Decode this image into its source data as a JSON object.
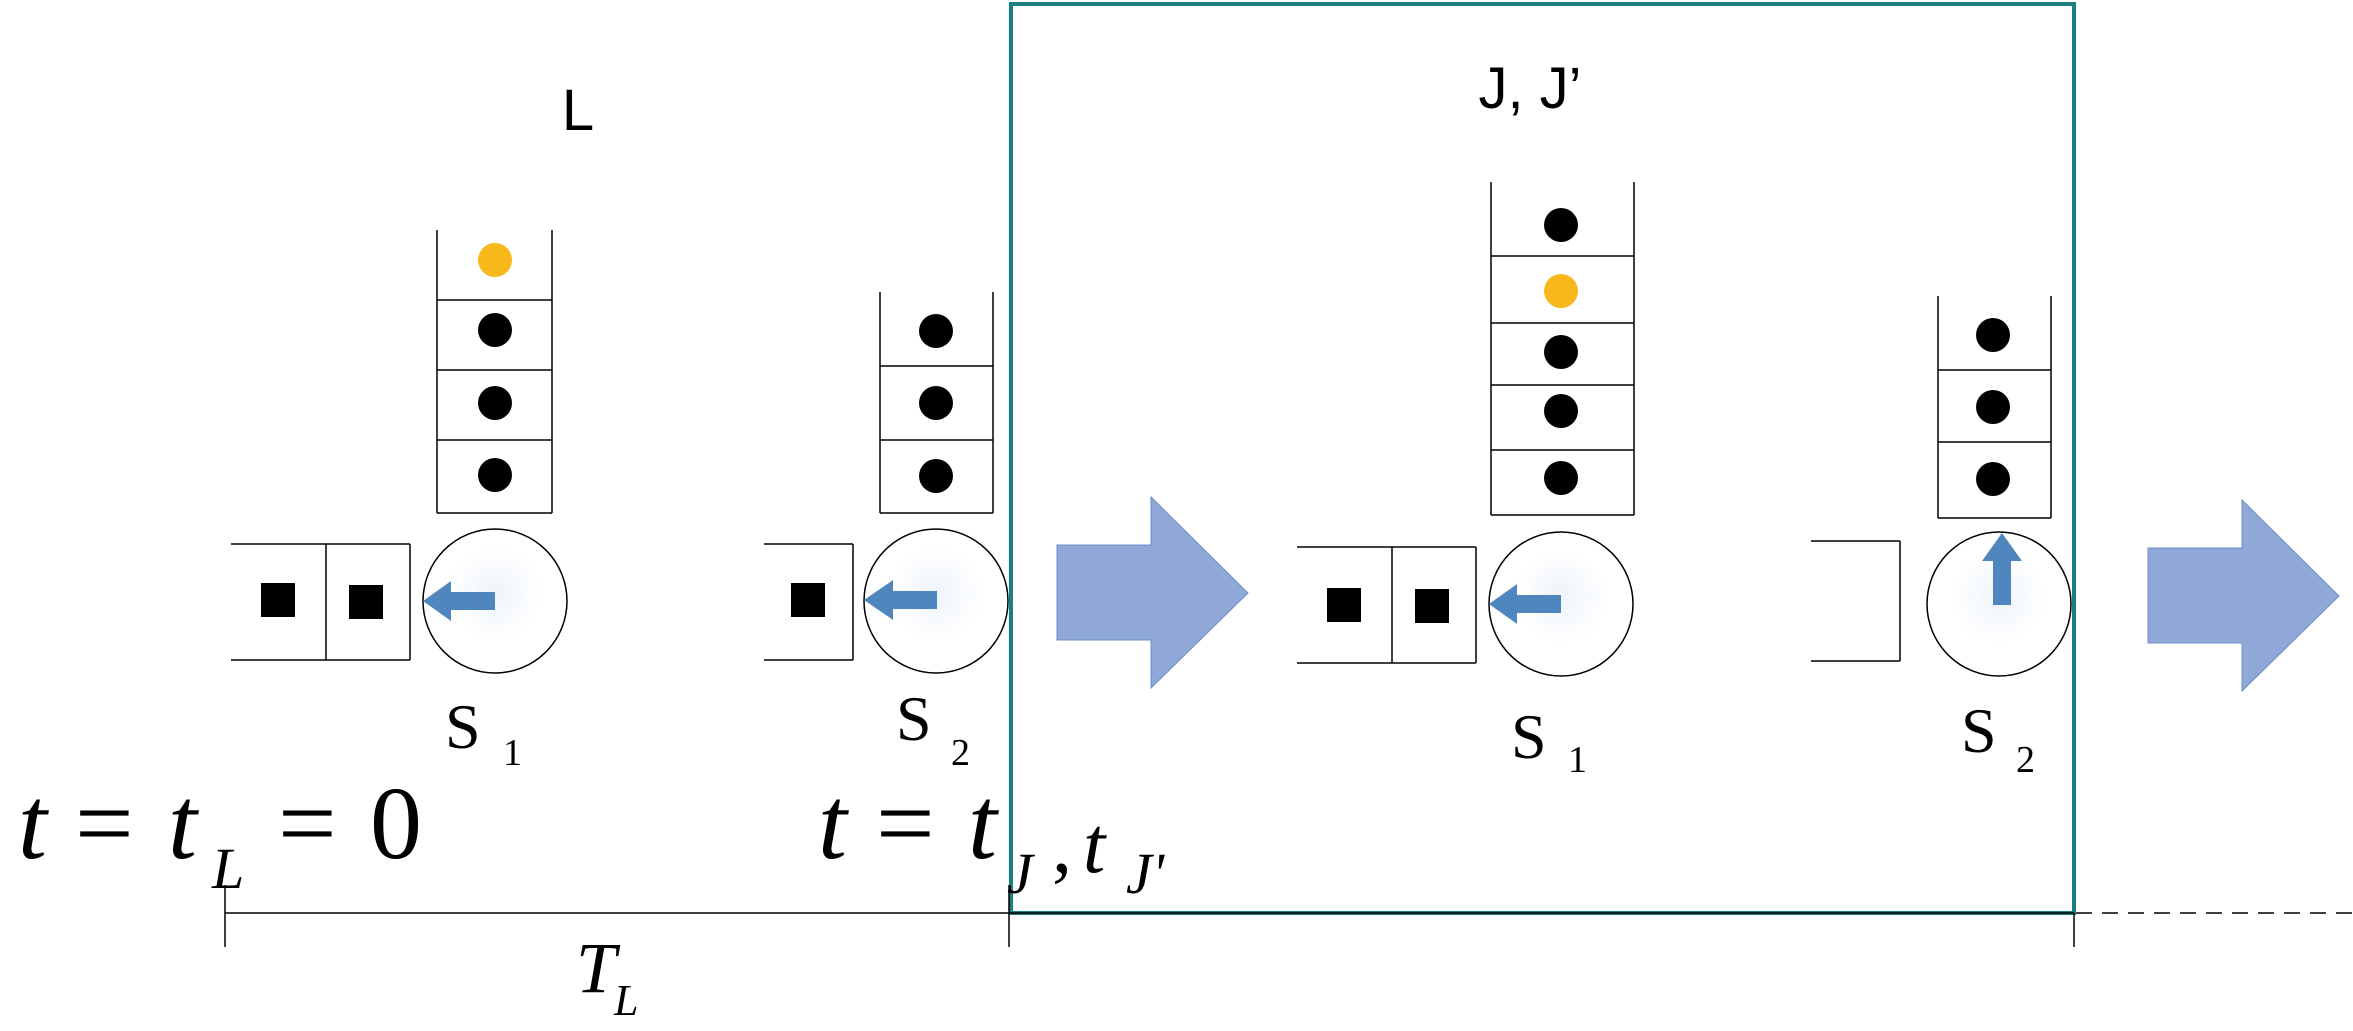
{
  "labels": {
    "state_left": "L",
    "state_right": "J, J’",
    "server": "S",
    "server1_sub": "1",
    "server2_sub": "2"
  },
  "time": {
    "t": "t",
    "equals": "=",
    "zero": "0",
    "sub_L": "L",
    "sub_J": "J",
    "comma": ",",
    "sub_Jprime": "J'",
    "period_T": "T",
    "period_sub": "L"
  },
  "colors": {
    "highlight_frame": "#1a8080",
    "transition_arrow": "#8fa8d8",
    "direction_arrow": "#4f86bd",
    "job": "#000000",
    "tagged_job": "#f8b81c",
    "outline": "#000000"
  },
  "icons": {
    "transition": "arrow-right-icon",
    "direction_left": "arrow-left-icon",
    "direction_up": "arrow-up-icon"
  }
}
